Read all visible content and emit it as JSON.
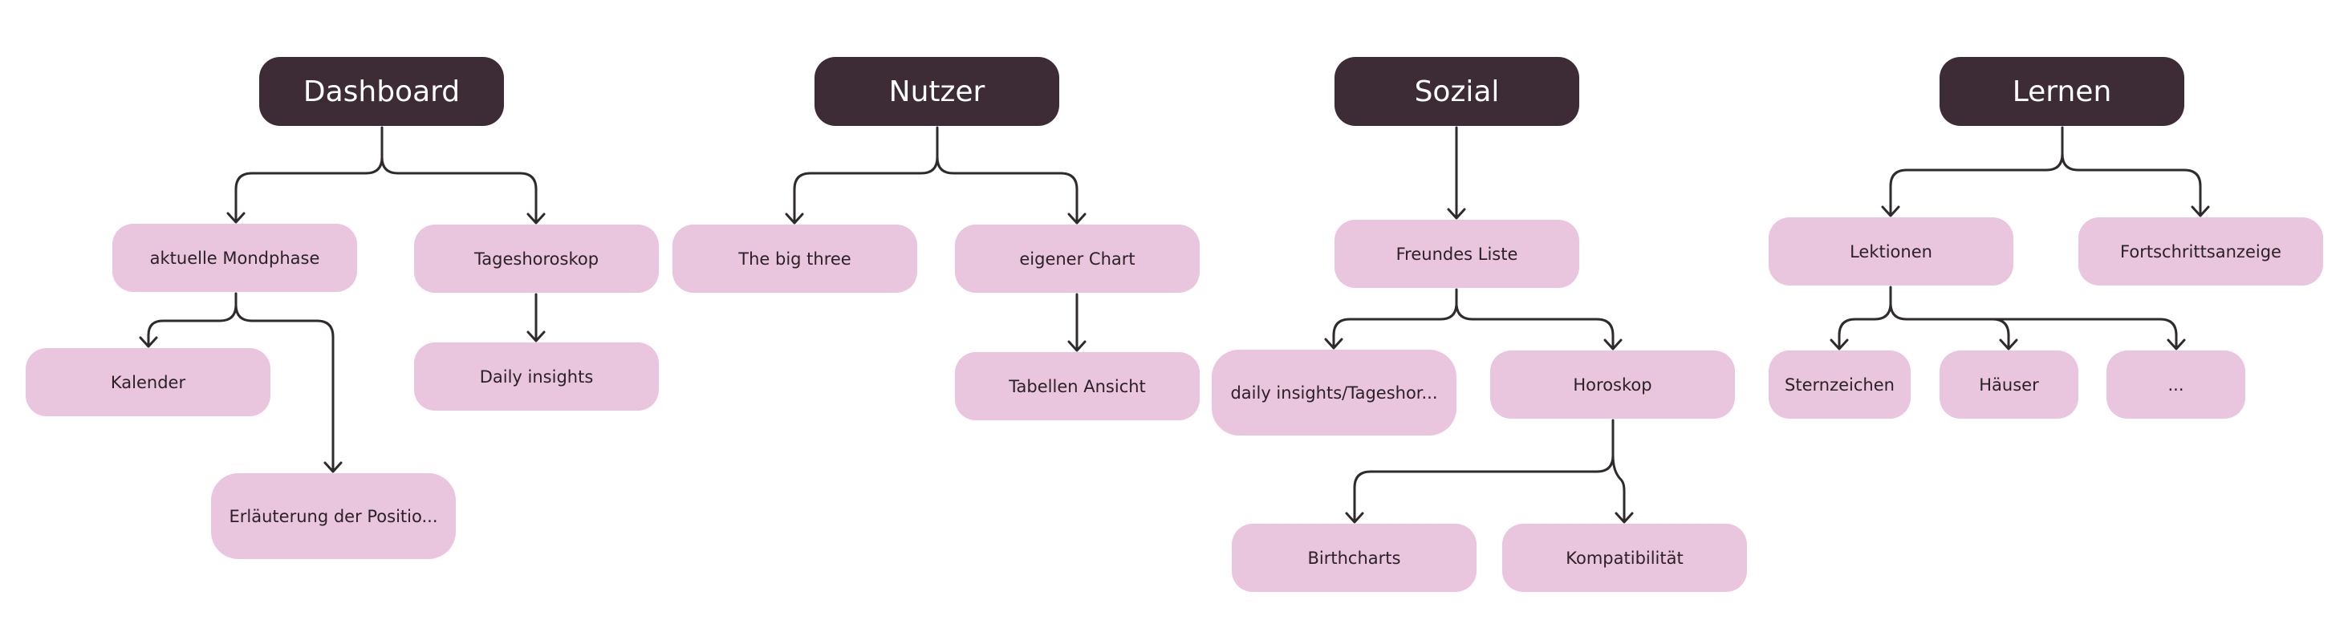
{
  "colors": {
    "root_fill": "#3d2c36",
    "root_text": "#ffffff",
    "child_fill": "#e9c5de",
    "child_text": "#2b2127",
    "connector": "#2f2a2d"
  },
  "trees": {
    "dashboard": {
      "label": "Dashboard",
      "mondphase": "aktuelle Mondphase",
      "tageshoroskop": "Tageshoroskop",
      "kalender": "Kalender",
      "daily_insights": "Daily insights",
      "erlaeuterung": "Erläuterung der Positio..."
    },
    "nutzer": {
      "label": "Nutzer",
      "big_three": "The big three",
      "eigener_chart": "eigener Chart",
      "tabellen_ansicht": "Tabellen Ansicht"
    },
    "sozial": {
      "label": "Sozial",
      "freundes_liste": "Freundes Liste",
      "daily_insights": "daily insights/Tageshor...",
      "horoskop": "Horoskop",
      "birthcharts": "Birthcharts",
      "kompatibilitaet": "Kompatibilität"
    },
    "lernen": {
      "label": "Lernen",
      "lektionen": "Lektionen",
      "fortschrittsanzeige": "Fortschrittsanzeige",
      "sternzeichen": "Sternzeichen",
      "haeuser": "Häuser",
      "more": "..."
    }
  }
}
